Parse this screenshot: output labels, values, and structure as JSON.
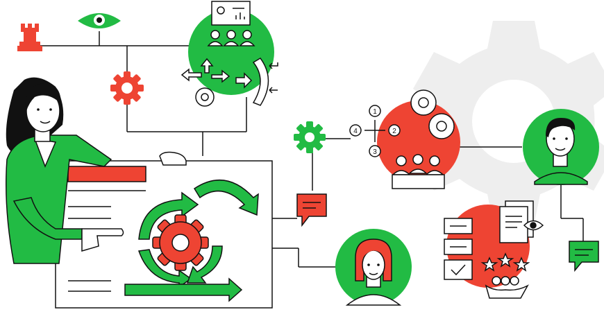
{
  "illustration": {
    "colors": {
      "green": "#22bb44",
      "red": "#ee4433",
      "gray": "#eeeeee",
      "ink": "#111111",
      "white": "#ffffff"
    },
    "icons": [
      "rook-icon",
      "eye-icon",
      "gear-icon",
      "presentation-icon",
      "team-icon",
      "arrows-icon",
      "step-cycle-icon",
      "chat-bubble-icon",
      "checklist-icon",
      "document-icon",
      "rating-stars-icon"
    ],
    "cycle_steps": [
      "1",
      "2",
      "3",
      "4"
    ],
    "star_rating": 3
  }
}
